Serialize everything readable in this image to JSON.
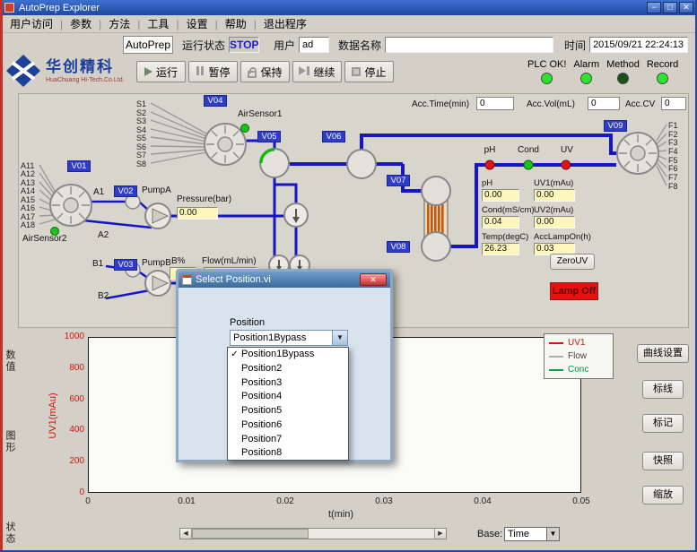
{
  "window": {
    "title": "AutoPrep Explorer",
    "minimize_glyph": "−",
    "maximize_glyph": "□",
    "close_glyph": "✕"
  },
  "menu": {
    "separator": "|",
    "items": [
      "用户访问",
      "参数",
      "方法",
      "工具",
      "设置",
      "帮助",
      "退出程序"
    ]
  },
  "toolbar": {
    "app_name": "AutoPrep",
    "run_status_label": "运行状态",
    "run_status_value": "STOP",
    "user_label": "用户",
    "user_value": "ad",
    "data_name_label": "数据名称",
    "data_name_value": "",
    "time_label": "时间",
    "time_value": "2015/09/21 22:24:13"
  },
  "logo": {
    "cn": "华创精科",
    "en": "HuaChuang Hi-Tech.Co.Ltd."
  },
  "controls": [
    {
      "label": "运行",
      "icon": "play-icon"
    },
    {
      "label": "暂停",
      "icon": "pause-icon"
    },
    {
      "label": "保持",
      "icon": "lock-icon"
    },
    {
      "label": "继续",
      "icon": "resume-icon"
    },
    {
      "label": "停止",
      "icon": "stop-icon"
    }
  ],
  "indicators": [
    {
      "label": "PLC OK!",
      "color": "#2be42b"
    },
    {
      "label": "Alarm",
      "color": "#2be42b"
    },
    {
      "label": "Method",
      "color": "#17501a"
    },
    {
      "label": "Record",
      "color": "#2be42b"
    }
  ],
  "flow": {
    "acc_time_label": "Acc.Time(min)",
    "acc_time_value": "0",
    "acc_vol_label": "Acc.Vol(mL)",
    "acc_vol_value": "0",
    "acc_cv_label": "Acc.CV",
    "acc_cv_value": "0",
    "s_ports": [
      "S1",
      "S2",
      "S3",
      "S4",
      "S5",
      "S6",
      "S7",
      "S8"
    ],
    "a_ports": [
      "A11",
      "A12",
      "A13",
      "A14",
      "A15",
      "A16",
      "A17",
      "A18"
    ],
    "f_ports": [
      "F1",
      "F2",
      "F3",
      "F4",
      "F5",
      "F6",
      "F7",
      "F8"
    ],
    "valves": {
      "v01": "V01",
      "v02": "V02",
      "v03": "V03",
      "v04": "V04",
      "v05": "V05",
      "v06": "V06",
      "v07": "V07",
      "v08": "V08",
      "v09": "V09"
    },
    "air_sensor1": "AirSensor1",
    "air_sensor2": "AirSensor2",
    "air_sensor_color": "#17c417",
    "a1": "A1",
    "a2": "A2",
    "b1": "B1",
    "b2": "B2",
    "pump_a": "PumpA",
    "pump_b": "PumpB",
    "pressure_label": "Pressure(bar)",
    "pressure_value": "0.00",
    "b_percent_label": "B%",
    "flow_rate_label": "Flow(mL/min)",
    "sensors": [
      {
        "label": "pH",
        "color": "#e01414"
      },
      {
        "label": "Cond",
        "color": "#17c417"
      },
      {
        "label": "UV",
        "color": "#e01414"
      }
    ],
    "readouts": [
      {
        "label": "pH",
        "value": "0.00"
      },
      {
        "label": "UV1(mAu)",
        "value": "0.00"
      },
      {
        "label": "Cond(mS/cm)",
        "value": "0.04"
      },
      {
        "label": "UV2(mAu)",
        "value": "0.00"
      },
      {
        "label": "Temp(degC)",
        "value": "26.23"
      },
      {
        "label": "AccLampOn(h)",
        "value": "0.03"
      }
    ],
    "zero_uv_label": "ZeroUV",
    "lamp_off_label": "Lamp Off",
    "lamp_off_color": "#ea1010"
  },
  "dialog": {
    "title": "Select Position.vi",
    "close_glyph": "✕",
    "position_label": "Position",
    "selected_value": "Position1Bypass",
    "check_glyph": "✓",
    "dropdown_glyph": "▼",
    "options": [
      "Position1Bypass",
      "Position2",
      "Position3",
      "Position4",
      "Position5",
      "Position6",
      "Position7",
      "Position8"
    ]
  },
  "chart_data": {
    "type": "line",
    "xlabel": "t(min)",
    "ylabel": "UV1(mAu)",
    "xlim": [
      0,
      0.05
    ],
    "ylim": [
      0,
      1000
    ],
    "x_ticks": [
      "0",
      "0.01",
      "0.02",
      "0.03",
      "0.04",
      "0.05"
    ],
    "y_ticks": [
      "1000",
      "800",
      "600",
      "400",
      "200",
      "0"
    ],
    "grid": false,
    "legend_position": "top-right",
    "series": [
      {
        "name": "UV1",
        "color": "#dc1414",
        "x": [],
        "y": []
      },
      {
        "name": "Flow",
        "color": "#b0b0b0",
        "x": [],
        "y": []
      },
      {
        "name": "Conc",
        "color": "#10a050",
        "x": [],
        "y": []
      }
    ]
  },
  "side_buttons": [
    "曲线设置",
    "标线",
    "标记",
    "快照",
    "缩放"
  ],
  "left_tabs": [
    "数值",
    "图形",
    "状态"
  ],
  "bottom": {
    "base_label": "Base:",
    "base_value": "Time",
    "dropdown_glyph": "▼",
    "scroll_left_glyph": "◀",
    "scroll_right_glyph": "▶"
  }
}
